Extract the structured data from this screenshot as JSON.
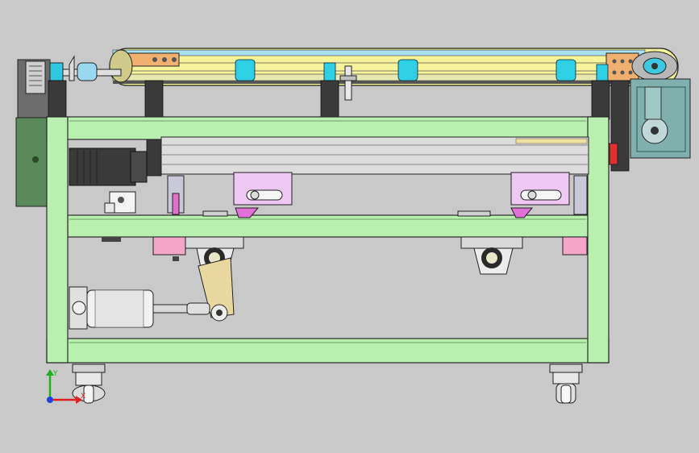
{
  "viewport": {
    "background": "#c9c9c9",
    "view_mode": "shaded-with-edges"
  },
  "model": {
    "frame_color": "#b9f0b0",
    "conveyor_belt_color": "#f6f49a",
    "motor_color": "#3a3a3a",
    "pink_bracket_color": "#f3a6c8",
    "lavender_bracket_color": "#eec7f2",
    "teal_housing_color": "#7fb0ad",
    "cyan_part_color": "#2fd0e6",
    "rail_color": "#d8d8d8"
  },
  "triad": {
    "x_label": "X",
    "y_label": "Y",
    "x_color": "#e02020",
    "y_color": "#20b020",
    "z_color": "#2040e0"
  }
}
